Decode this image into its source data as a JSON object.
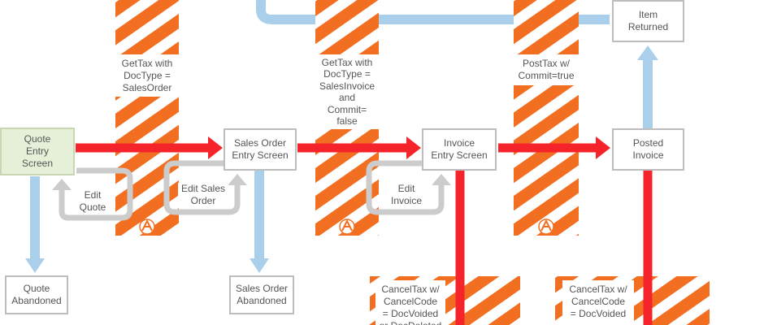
{
  "nodes": {
    "quote_entry": "Quote\nEntry\nScreen",
    "sales_order_entry": "Sales Order\nEntry Screen",
    "invoice_entry": "Invoice\nEntry Screen",
    "posted_invoice": "Posted\nInvoice",
    "item_returned": "Item\nReturned",
    "quote_abandoned": "Quote\nAbandoned",
    "sales_order_abandoned": "Sales Order\nAbandoned"
  },
  "api_calls": {
    "gettax_salesorder": "GetTax with\nDocType =\nSalesOrder",
    "gettax_salesinvoice": "GetTax with\nDocType =\nSalesInvoice\nand\nCommit=\nfalse",
    "posttax": "PostTax w/\nCommit=true",
    "canceltax_invoice": "CancelTax w/\nCancelCode\n= DocVoided\nor DocDeleted",
    "canceltax_posted": "CancelTax w/\nCancelCode\n= DocVoided"
  },
  "loop_labels": {
    "edit_quote": "Edit\nQuote",
    "edit_sales_order": "Edit Sales\nOrder",
    "edit_invoice": "Edit\nInvoice"
  },
  "colors": {
    "flow_arrow": "#f5232a",
    "abandon_arrow": "#a9cfea",
    "loop_arrow": "#cccccc",
    "stripe_orange": "#f26f21",
    "stripe_white": "#ffffff",
    "box_border": "#bdbdbd",
    "quote_fill": "#e6f0d9"
  },
  "icons": [
    "avalara-logo-icon",
    "avalara-logo-icon",
    "avalara-logo-icon"
  ]
}
